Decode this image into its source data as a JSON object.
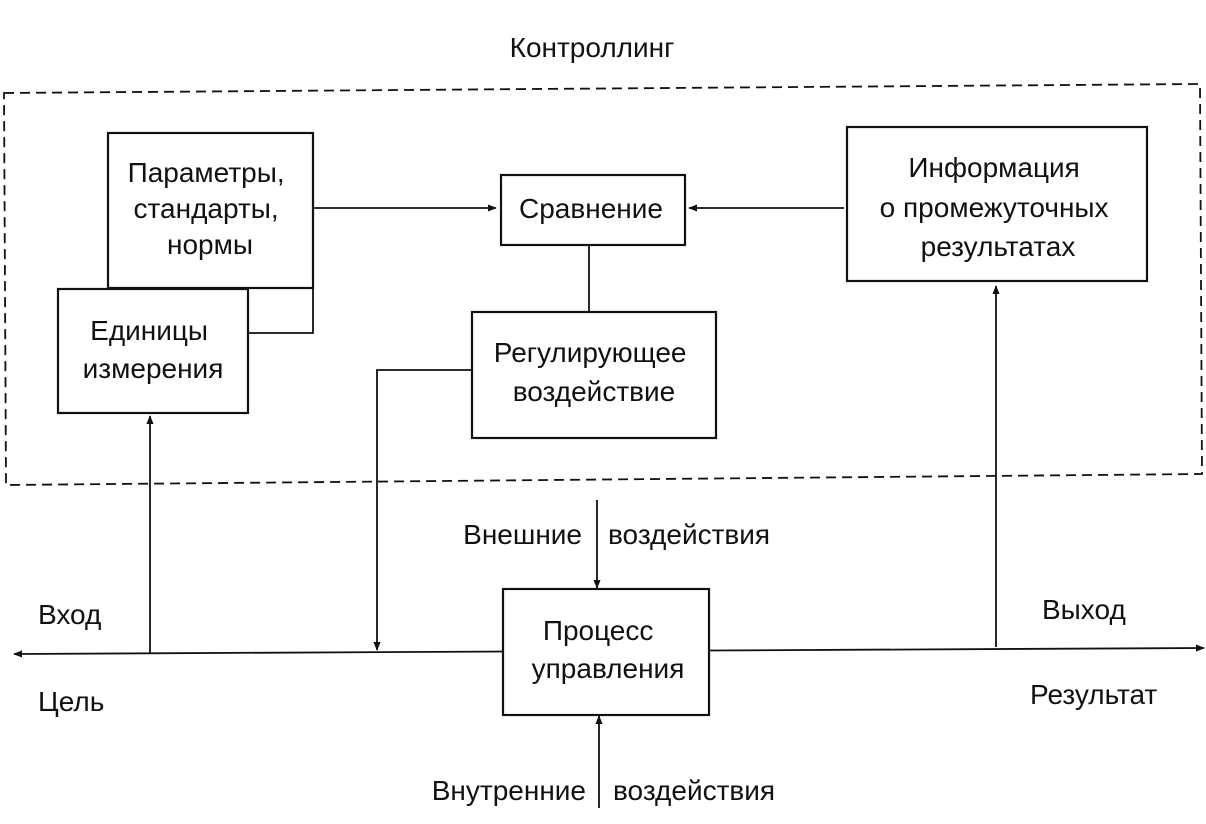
{
  "diagram": {
    "title": "Контроллинг",
    "nodes": {
      "parameters": [
        "Параметры,",
        "стандарты,",
        "нормы"
      ],
      "units": [
        "Единицы",
        "измерения"
      ],
      "comparison": [
        "Сравнение"
      ],
      "information": [
        "Информация",
        "о промежуточных",
        "результатах"
      ],
      "regulating": [
        "Регулирующее",
        "воздействие"
      ],
      "process": [
        "Процесс",
        "управления"
      ]
    },
    "labels": {
      "external_left": "Внешние",
      "external_right": "воздействия",
      "internal_left": "Внутренние",
      "internal_right": "воздействия",
      "input": "Вход",
      "goal": "Цель",
      "output": "Выход",
      "result": "Результат"
    },
    "edges": [
      {
        "from": "parameters",
        "to": "comparison"
      },
      {
        "from": "information",
        "to": "comparison"
      },
      {
        "from": "comparison",
        "to": "regulating"
      },
      {
        "from": "units",
        "to": "parameters"
      },
      {
        "from": "input",
        "to": "units"
      },
      {
        "from": "regulating",
        "to": "main-axis"
      },
      {
        "from": "external-influences",
        "to": "process"
      },
      {
        "from": "internal-influences",
        "to": "process"
      },
      {
        "from": "process",
        "to": "output"
      },
      {
        "from": "output",
        "to": "information"
      }
    ]
  }
}
